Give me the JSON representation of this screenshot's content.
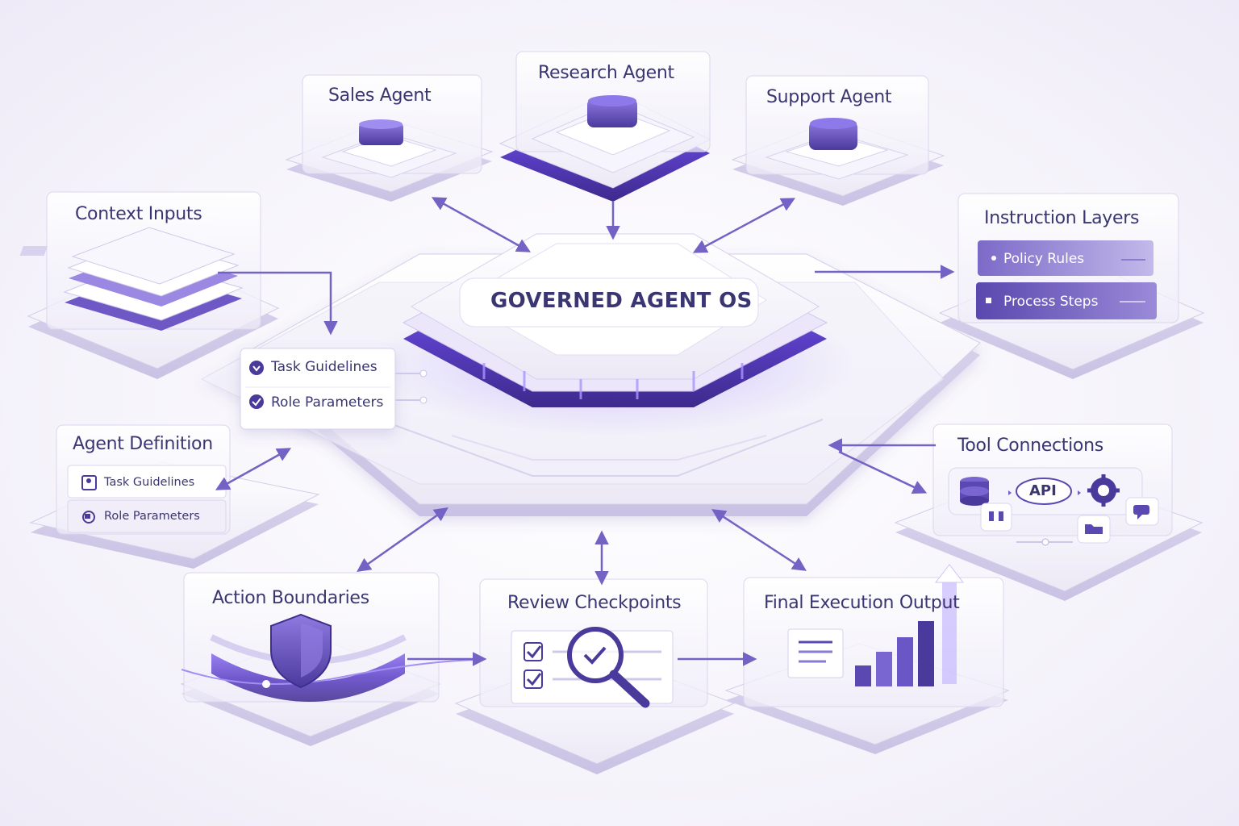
{
  "center": {
    "title": "GOVERNED AGENT OS"
  },
  "agents": {
    "sales": "Sales Agent",
    "research": "Research Agent",
    "support": "Support Agent"
  },
  "context_inputs": {
    "title": "Context Inputs"
  },
  "core_chips": {
    "task": "Task Guidelines",
    "role": "Role Parameters"
  },
  "agent_definition": {
    "title": "Agent Definition",
    "items": [
      "Task Guidelines",
      "Role Parameters"
    ]
  },
  "instruction_layers": {
    "title": "Instruction Layers",
    "items": [
      "Policy Rules",
      "Process Steps"
    ]
  },
  "tool_connections": {
    "title": "Tool Connections",
    "api_label": "API"
  },
  "action_boundaries": {
    "title": "Action Boundaries"
  },
  "review_checkpoints": {
    "title": "Review Checkpoints"
  },
  "final_output": {
    "title": "Final Execution Output"
  },
  "colors": {
    "accent": "#6a4fc9",
    "accent_dark": "#4a3a9c",
    "text": "#3a3672",
    "panel": "#f4f2fa",
    "arrow": "#7462c4"
  },
  "icons": [
    "document-stack-icon",
    "download-icon",
    "check-circle-icon",
    "id-card-icon",
    "refresh-icon",
    "database-icon",
    "gear-icon",
    "chat-icon",
    "folder-icon",
    "shield-icon",
    "checklist-icon",
    "magnifier-icon",
    "report-icon",
    "bar-chart-icon",
    "up-arrow-icon"
  ]
}
